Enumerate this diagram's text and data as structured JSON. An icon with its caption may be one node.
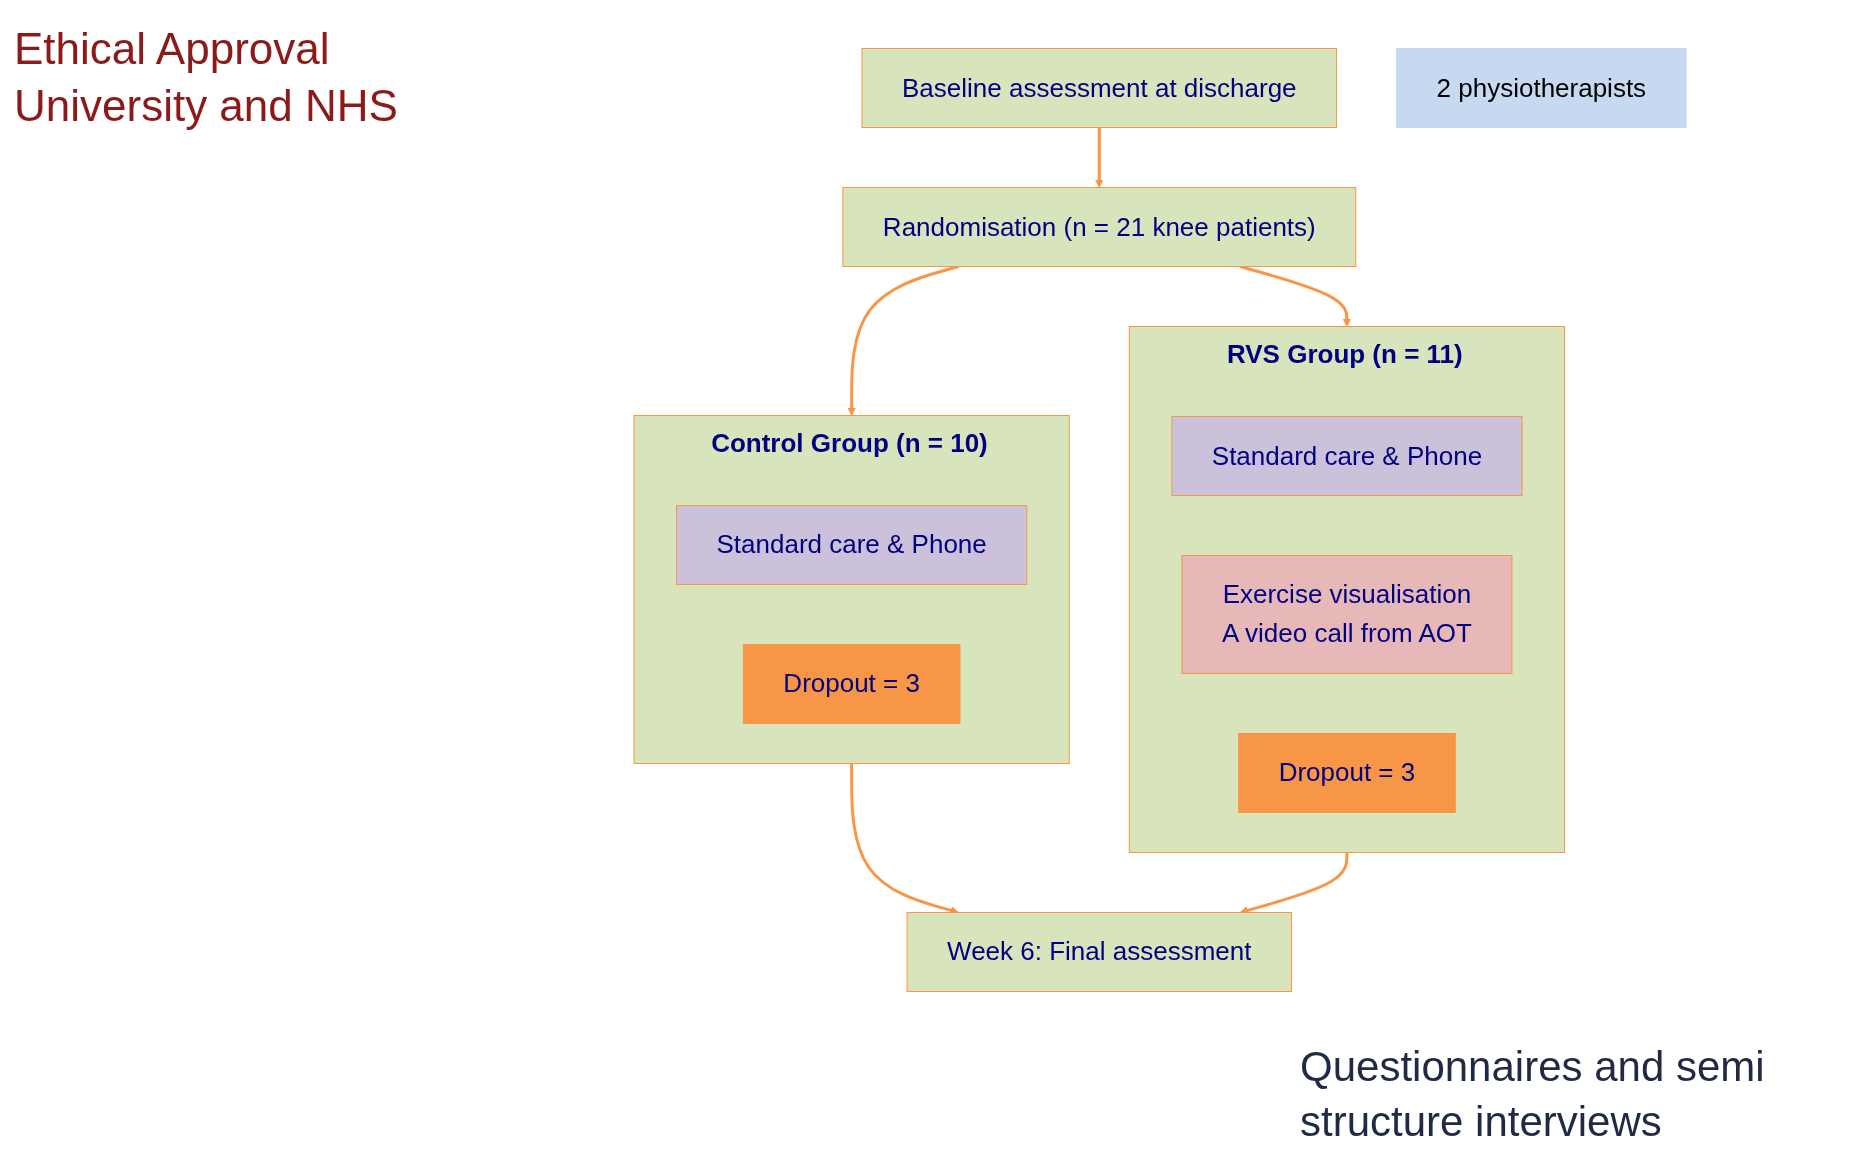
{
  "diagram": {
    "nodes": [
      {
        "text": [
          "Baseline assessment at discharge"
        ]
      },
      {
        "text": [
          "Randomisation (n = 21 knee patients)"
        ]
      },
      {
        "text": [
          "Control Group (n = 10)"
        ]
      },
      {
        "text": [
          "Standard care & Phone"
        ],
        "in": 2
      },
      {
        "text": [
          "Dropout = 3"
        ],
        "in": 2
      },
      {
        "text": [
          "RVS Group (n = 11)"
        ]
      },
      {
        "text": [
          "Standard care & Phone"
        ],
        "in": 5
      },
      {
        "text": [
          "Exercise visualisation",
          "A video call from AOT"
        ],
        "in": 5
      },
      {
        "text": [
          "Dropout = 3"
        ],
        "in": 5
      },
      {
        "text": [
          "2 physiotherapists"
        ]
      },
      {
        "text": [
          "Week 6: Final assessment"
        ]
      }
    ],
    "edges": [
      {
        "from": 0,
        "to": 1,
        "arrow": "to"
      },
      {
        "from": 1,
        "to": 2,
        "arrow": "to"
      },
      {
        "from": 1,
        "to": 5,
        "arrow": "to"
      },
      {
        "from": 2,
        "to": 10,
        "arrow": "to"
      },
      {
        "from": 5,
        "to": 10,
        "arrow": "to"
      }
    ],
    "labels": [
      "Ethical Approval University and NHS",
      "Questionnaires and semi structure interviews"
    ]
  }
}
